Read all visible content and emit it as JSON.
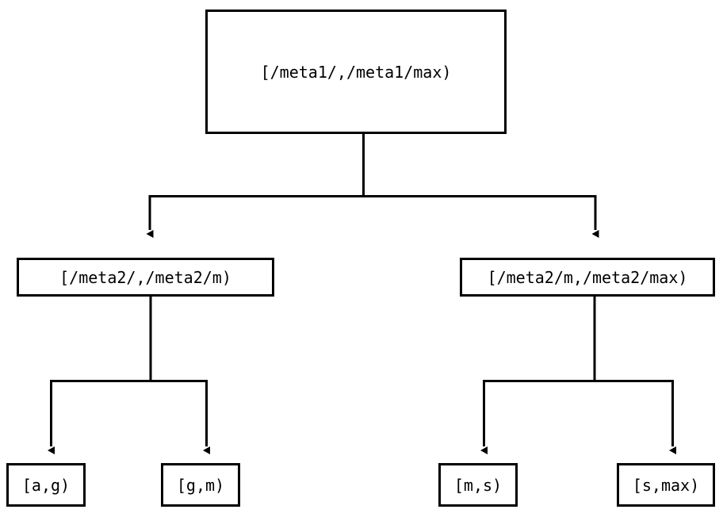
{
  "diagram": {
    "type": "tree",
    "title": "",
    "orientation": "top-down",
    "background_color": "#ffffff",
    "line_color": "#000000",
    "node_border_color": "#000000",
    "node_fill_color": "#ffffff",
    "nodes": {
      "root": {
        "label": "[/meta1/,/meta1/max)"
      },
      "mid_left": {
        "label": "[/meta2/,/meta2/m)"
      },
      "mid_right": {
        "label": "[/meta2/m,/meta2/max)"
      },
      "leaves": [
        {
          "label": "[a,g)"
        },
        {
          "label": "[g,m)"
        },
        {
          "label": "[m,s)"
        },
        {
          "label": "[s,max)"
        }
      ]
    },
    "edges": [
      {
        "from": "root",
        "to": "mid_left",
        "arrow": "down"
      },
      {
        "from": "root",
        "to": "mid_right",
        "arrow": "down"
      },
      {
        "from": "mid_left",
        "to": "leaf_a_g",
        "arrow": "down"
      },
      {
        "from": "mid_left",
        "to": "leaf_g_m",
        "arrow": "down"
      },
      {
        "from": "mid_right",
        "to": "leaf_m_s",
        "arrow": "down"
      },
      {
        "from": "mid_right",
        "to": "leaf_s_max",
        "arrow": "down"
      }
    ]
  }
}
